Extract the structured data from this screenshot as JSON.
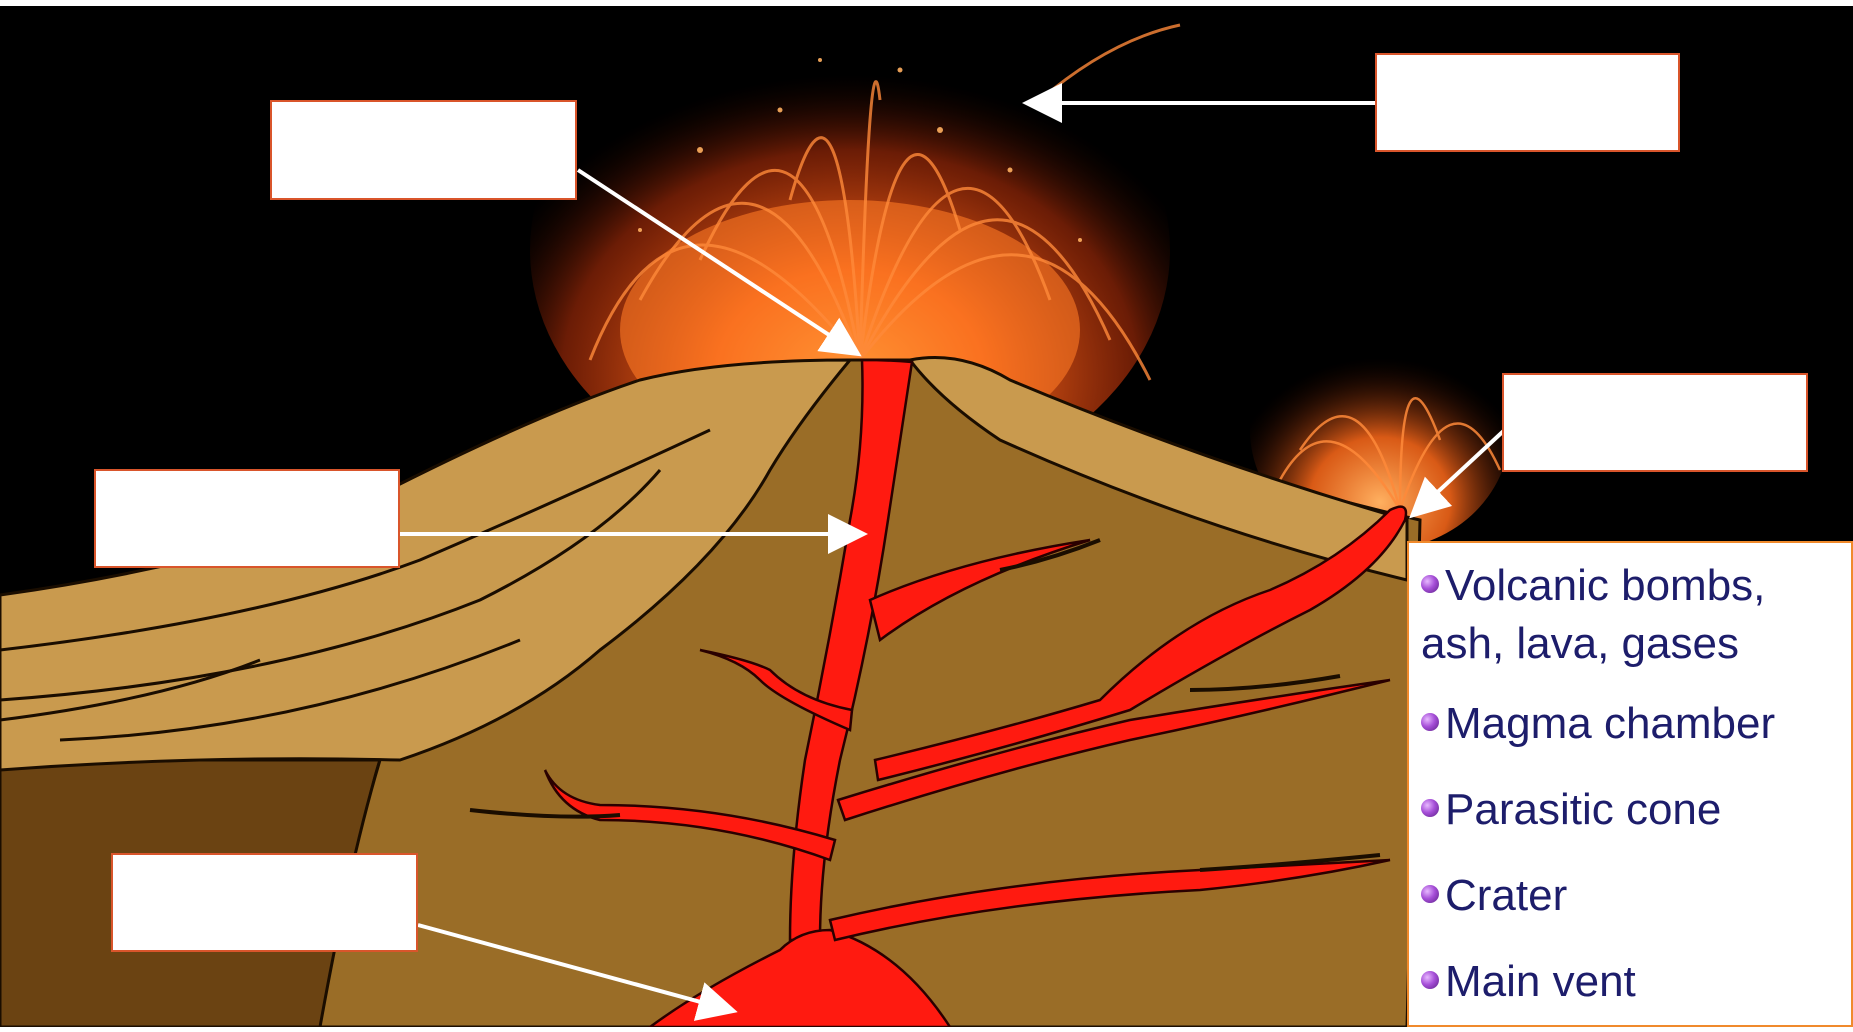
{
  "word_bank": {
    "items": [
      {
        "label": "Volcanic bombs, ash, lava, gases"
      },
      {
        "label": "Magma chamber"
      },
      {
        "label": "Parasitic cone"
      },
      {
        "label": "Crater"
      },
      {
        "label": "Main vent"
      }
    ]
  },
  "colors": {
    "sky": "#000000",
    "cone_light": "#c99a4e",
    "cone_dark": "#9a6d27",
    "bedrock": "#6b4312",
    "magma": "#ff1a10",
    "eruption": "#ff6a1a",
    "box_border": "#d9552b",
    "bank_border": "#f08a2c",
    "bank_text": "#1d1d6b"
  },
  "icons": [
    "white-arrow-icon",
    "purple-bullet-icon"
  ]
}
